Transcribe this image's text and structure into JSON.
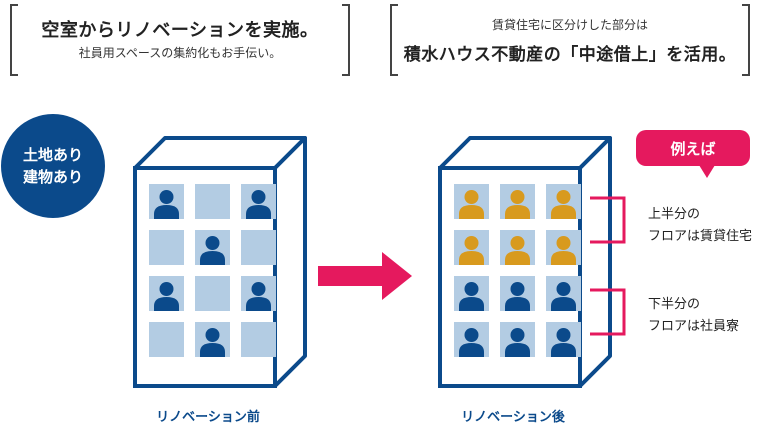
{
  "top_left": {
    "title": "空室からリノベーションを実施。",
    "subtitle": "社員用スペースの集約化もお手伝い。"
  },
  "top_right": {
    "subtitle": "賃貸住宅に区分けした部分は",
    "title": "積水ハウス不動産の「中途借上」を活用。"
  },
  "circle": {
    "line1": "土地あり",
    "line2": "建物あり"
  },
  "before": {
    "caption": "リノベーション前",
    "grid": [
      [
        "person",
        "empty",
        "person"
      ],
      [
        "empty",
        "person",
        "empty"
      ],
      [
        "person",
        "empty",
        "person"
      ],
      [
        "empty",
        "person",
        "empty"
      ]
    ]
  },
  "after": {
    "caption": "リノベーション後",
    "grid": [
      [
        "person-gold",
        "person-gold",
        "person-gold"
      ],
      [
        "person-gold",
        "person-gold",
        "person-gold"
      ],
      [
        "person",
        "person",
        "person"
      ],
      [
        "person",
        "person",
        "person"
      ]
    ]
  },
  "callout": {
    "label": "例えば"
  },
  "notes": {
    "upper": {
      "line1": "上半分の",
      "line2": "フロアは賃貸住宅"
    },
    "lower": {
      "line1": "下半分の",
      "line2": "フロアは社員寮"
    }
  },
  "colors": {
    "navy": "#0b4a8b",
    "window": "#b3cce3",
    "gold": "#d89a1e",
    "pink": "#e5195e",
    "bracket_gray": "#444444"
  }
}
